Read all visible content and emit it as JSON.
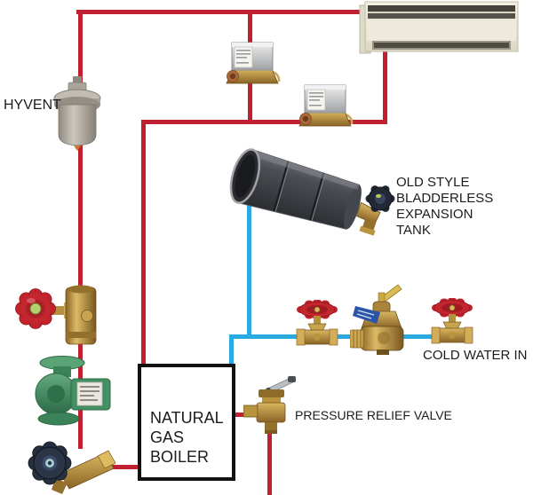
{
  "diagram": {
    "labels": {
      "hyvent": "HYVENT",
      "expansion_tank_line1": "OLD STYLE",
      "expansion_tank_line2": "BLADDERLESS",
      "expansion_tank_line3": "EXPANSION",
      "expansion_tank_line4": "TANK",
      "cold_water_in": "COLD WATER IN",
      "pressure_relief_valve": "PRESSURE RELIEF VALVE",
      "boiler_line1": "NATURAL",
      "boiler_line2": "GAS BOILER"
    },
    "colors": {
      "hot_water_pipe": "#c0202f",
      "cold_water_pipe": "#29abe2",
      "label_text": "#1c1c1c",
      "boiler_outline": "#111111",
      "boiler_fill": "#ffffff"
    },
    "components": [
      "baseboard-heater",
      "zone-valve-1",
      "zone-valve-2",
      "hyvent-air-vent",
      "old-style-bladderless-expansion-tank",
      "expansion-tank-shutoff-valve",
      "supply-shutoff-valve",
      "circulator-pump",
      "boiler-drain-valve",
      "natural-gas-boiler",
      "pressure-relief-valve",
      "cold-water-shutoff-valve-1",
      "pressure-reducing-feed-valve",
      "cold-water-shutoff-valve-2"
    ]
  }
}
